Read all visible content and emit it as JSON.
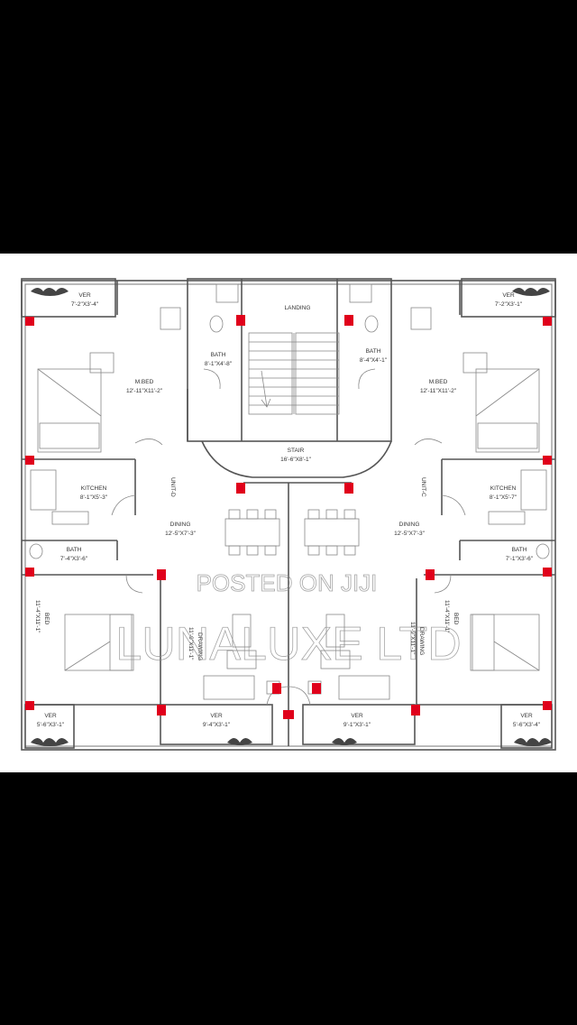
{
  "plan": {
    "landing": "LANDING",
    "stair": {
      "name": "STAIR",
      "size": "16'-6\"X8'-1\""
    },
    "left": {
      "unit": "UNIT-D",
      "ver_top": {
        "name": "VER",
        "size": "7'-2\"X3'-4\""
      },
      "mbed": {
        "name": "M.BED",
        "size": "12'-11\"X11'-2\""
      },
      "bath_top": {
        "name": "BATH",
        "size": "8'-1\"X4'-8\""
      },
      "kitchen": {
        "name": "KITCHEN",
        "size": "8'-1\"X5'-3\""
      },
      "dining": {
        "name": "DINING",
        "size": "12'-5\"X7'-3\""
      },
      "bath_mid": {
        "name": "BATH",
        "size": "7'-4\"X3'-6\""
      },
      "bed": {
        "name": "BED",
        "size": "11'-4\"X11'-1\""
      },
      "drawing": {
        "name": "DRAWING",
        "size": "11'-9\"X11'-1\""
      },
      "ver_bl": {
        "name": "VER",
        "size": "5'-6\"X3'-1\""
      },
      "ver_bm": {
        "name": "VER",
        "size": "9'-4\"X3'-1\""
      }
    },
    "right": {
      "unit": "UNIT-C",
      "ver_top": {
        "name": "VER",
        "size": "7'-2\"X3'-1\""
      },
      "mbed": {
        "name": "M.BED",
        "size": "12'-11\"X11'-2\""
      },
      "bath_top": {
        "name": "BATH",
        "size": "8'-4\"X4'-1\""
      },
      "kitchen": {
        "name": "KITCHEN",
        "size": "8'-1\"X5'-7\""
      },
      "dining": {
        "name": "DINING",
        "size": "12'-5\"X7'-3\""
      },
      "bath_mid": {
        "name": "BATH",
        "size": "7'-1\"X3'-6\""
      },
      "bed": {
        "name": "BED",
        "size": "11'-4\"X11'-1\""
      },
      "drawing": {
        "name": "DRAWING",
        "size": "11'-9\"X11'-1\""
      },
      "ver_br": {
        "name": "VER",
        "size": "5'-6\"X3'-4\""
      },
      "ver_bm": {
        "name": "VER",
        "size": "9'-1\"X3'-1\""
      }
    }
  },
  "watermark": {
    "line1": "POSTED ON JIJI",
    "line2": "LUNALUXE LTD"
  },
  "colors": {
    "column": "#e0001b",
    "wall": "#555555",
    "background_outer": "#000000",
    "paper": "#ffffff"
  }
}
